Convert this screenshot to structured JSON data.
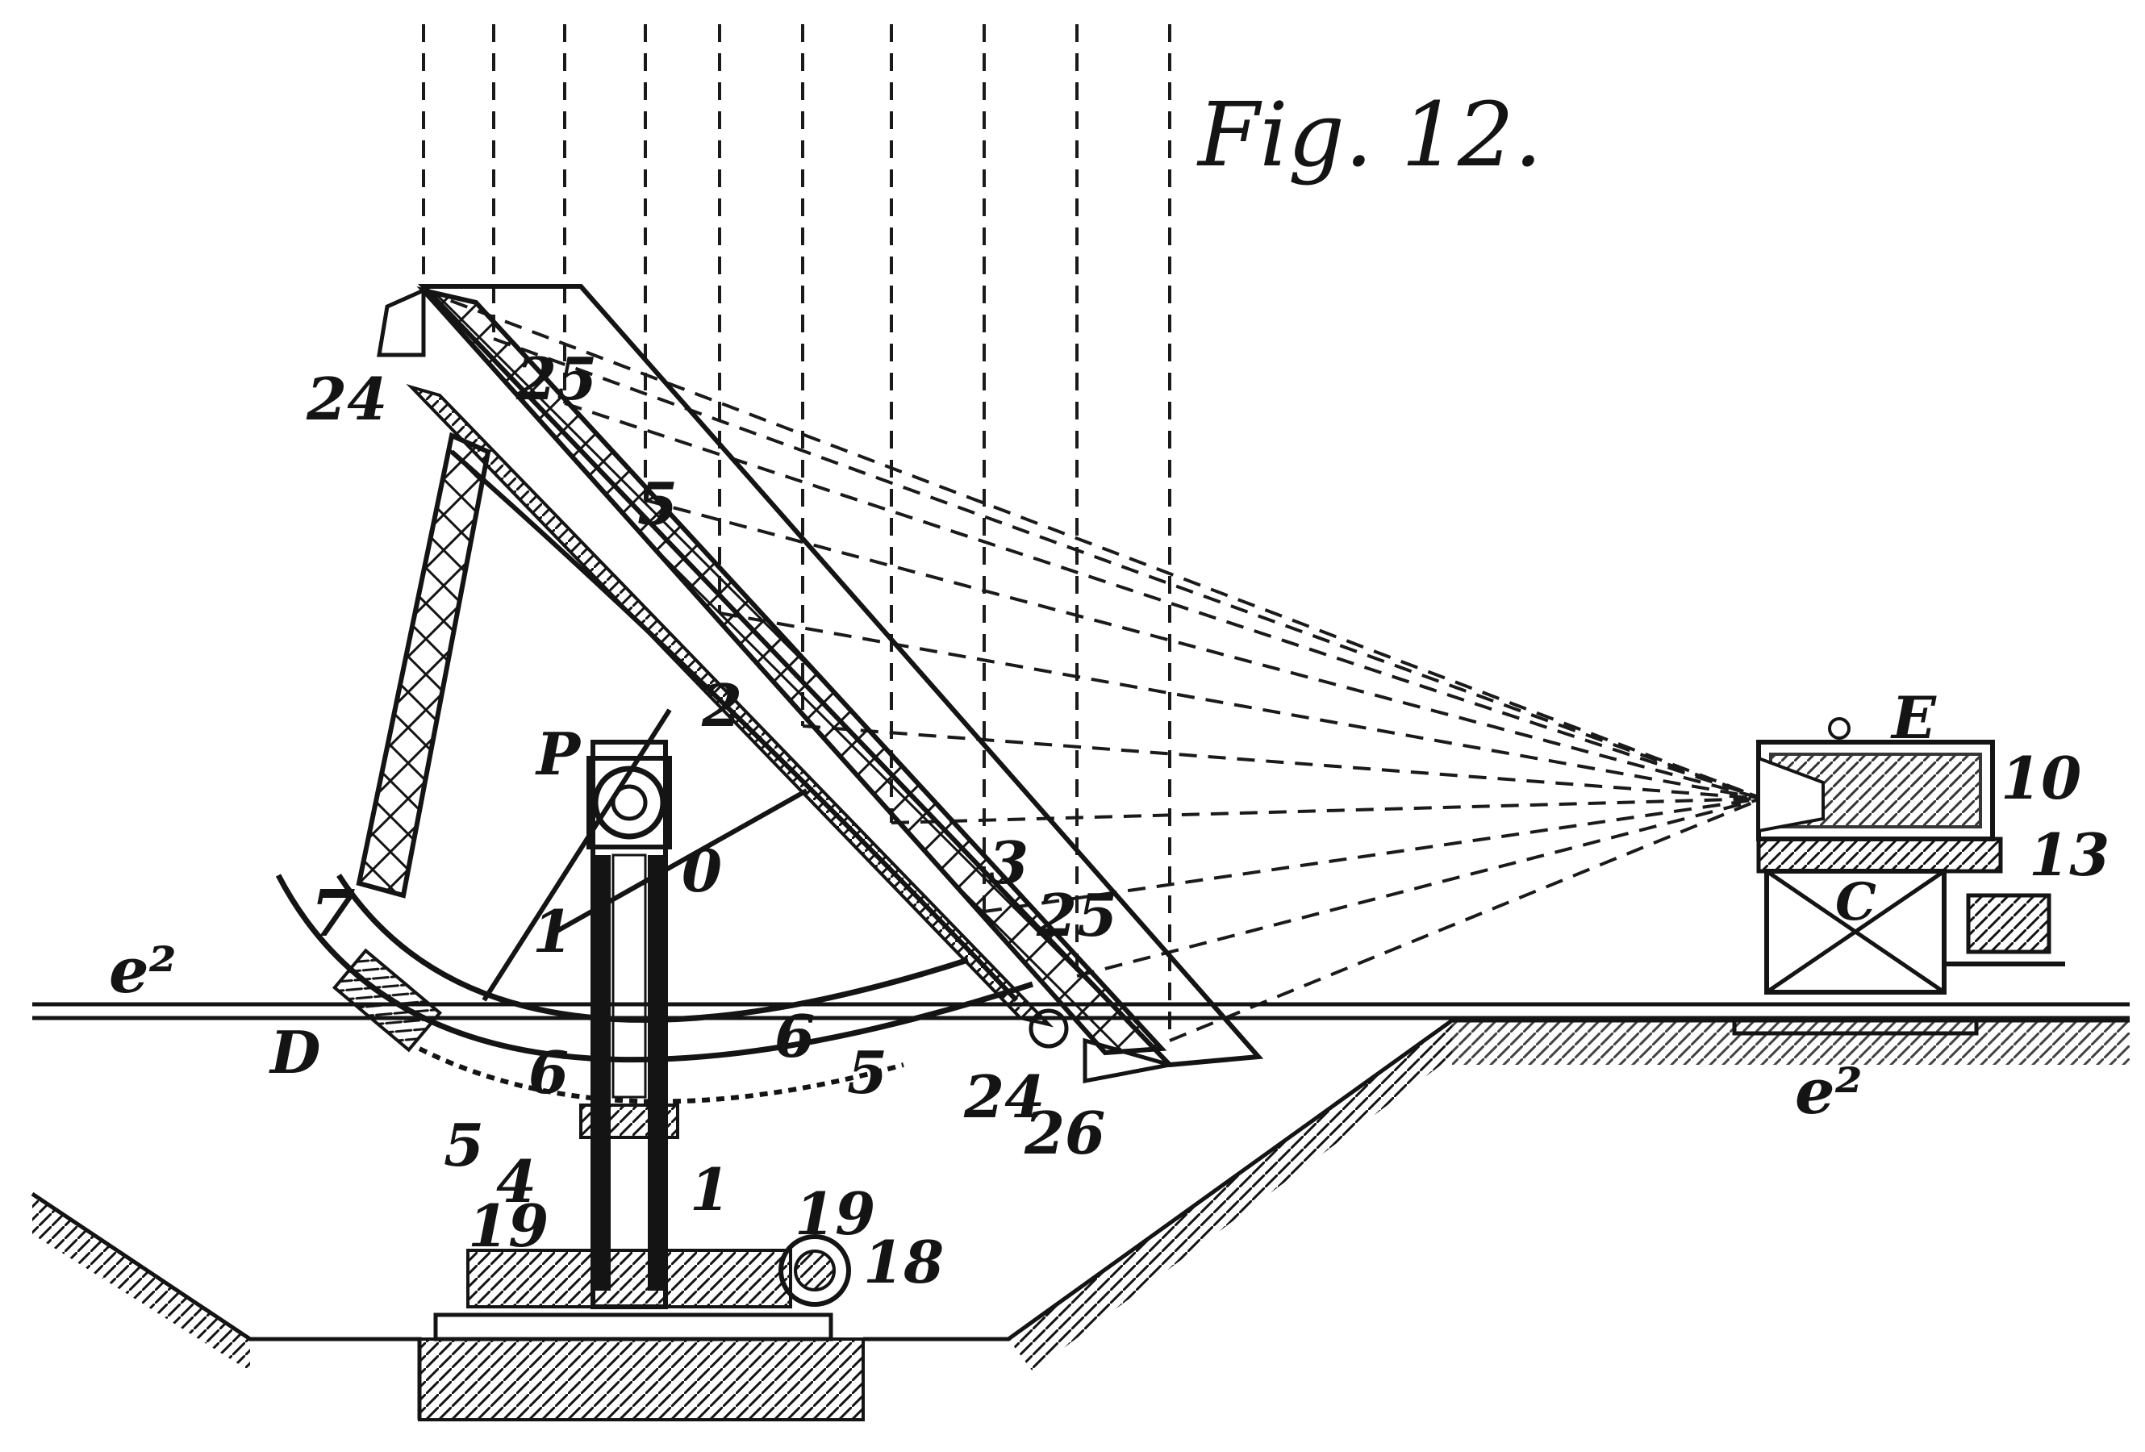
{
  "figure": {
    "title": "Fig. 12.",
    "labels": {
      "l24_top": "24",
      "l25_top": "25",
      "l5_upper": "5",
      "l2": "2",
      "lP": "P",
      "l0": "0",
      "l1_upper": "1",
      "l7": "7",
      "le2_left": "e²",
      "lD": "D",
      "l6_left": "6",
      "l6_right": "6",
      "l5_right": "5",
      "l5_left": "5",
      "l4": "4",
      "l3": "3",
      "l25_bottom": "25",
      "l24_bottom": "24",
      "l26": "26",
      "l1_lower": "1",
      "l19_left": "19",
      "l19_right": "19",
      "l18": "18",
      "lE": "E",
      "l10": "10",
      "l13": "13",
      "lC": "C",
      "le2_right": "e²"
    }
  },
  "colors": {
    "ink": "#141414",
    "paper": "#ffffff"
  }
}
